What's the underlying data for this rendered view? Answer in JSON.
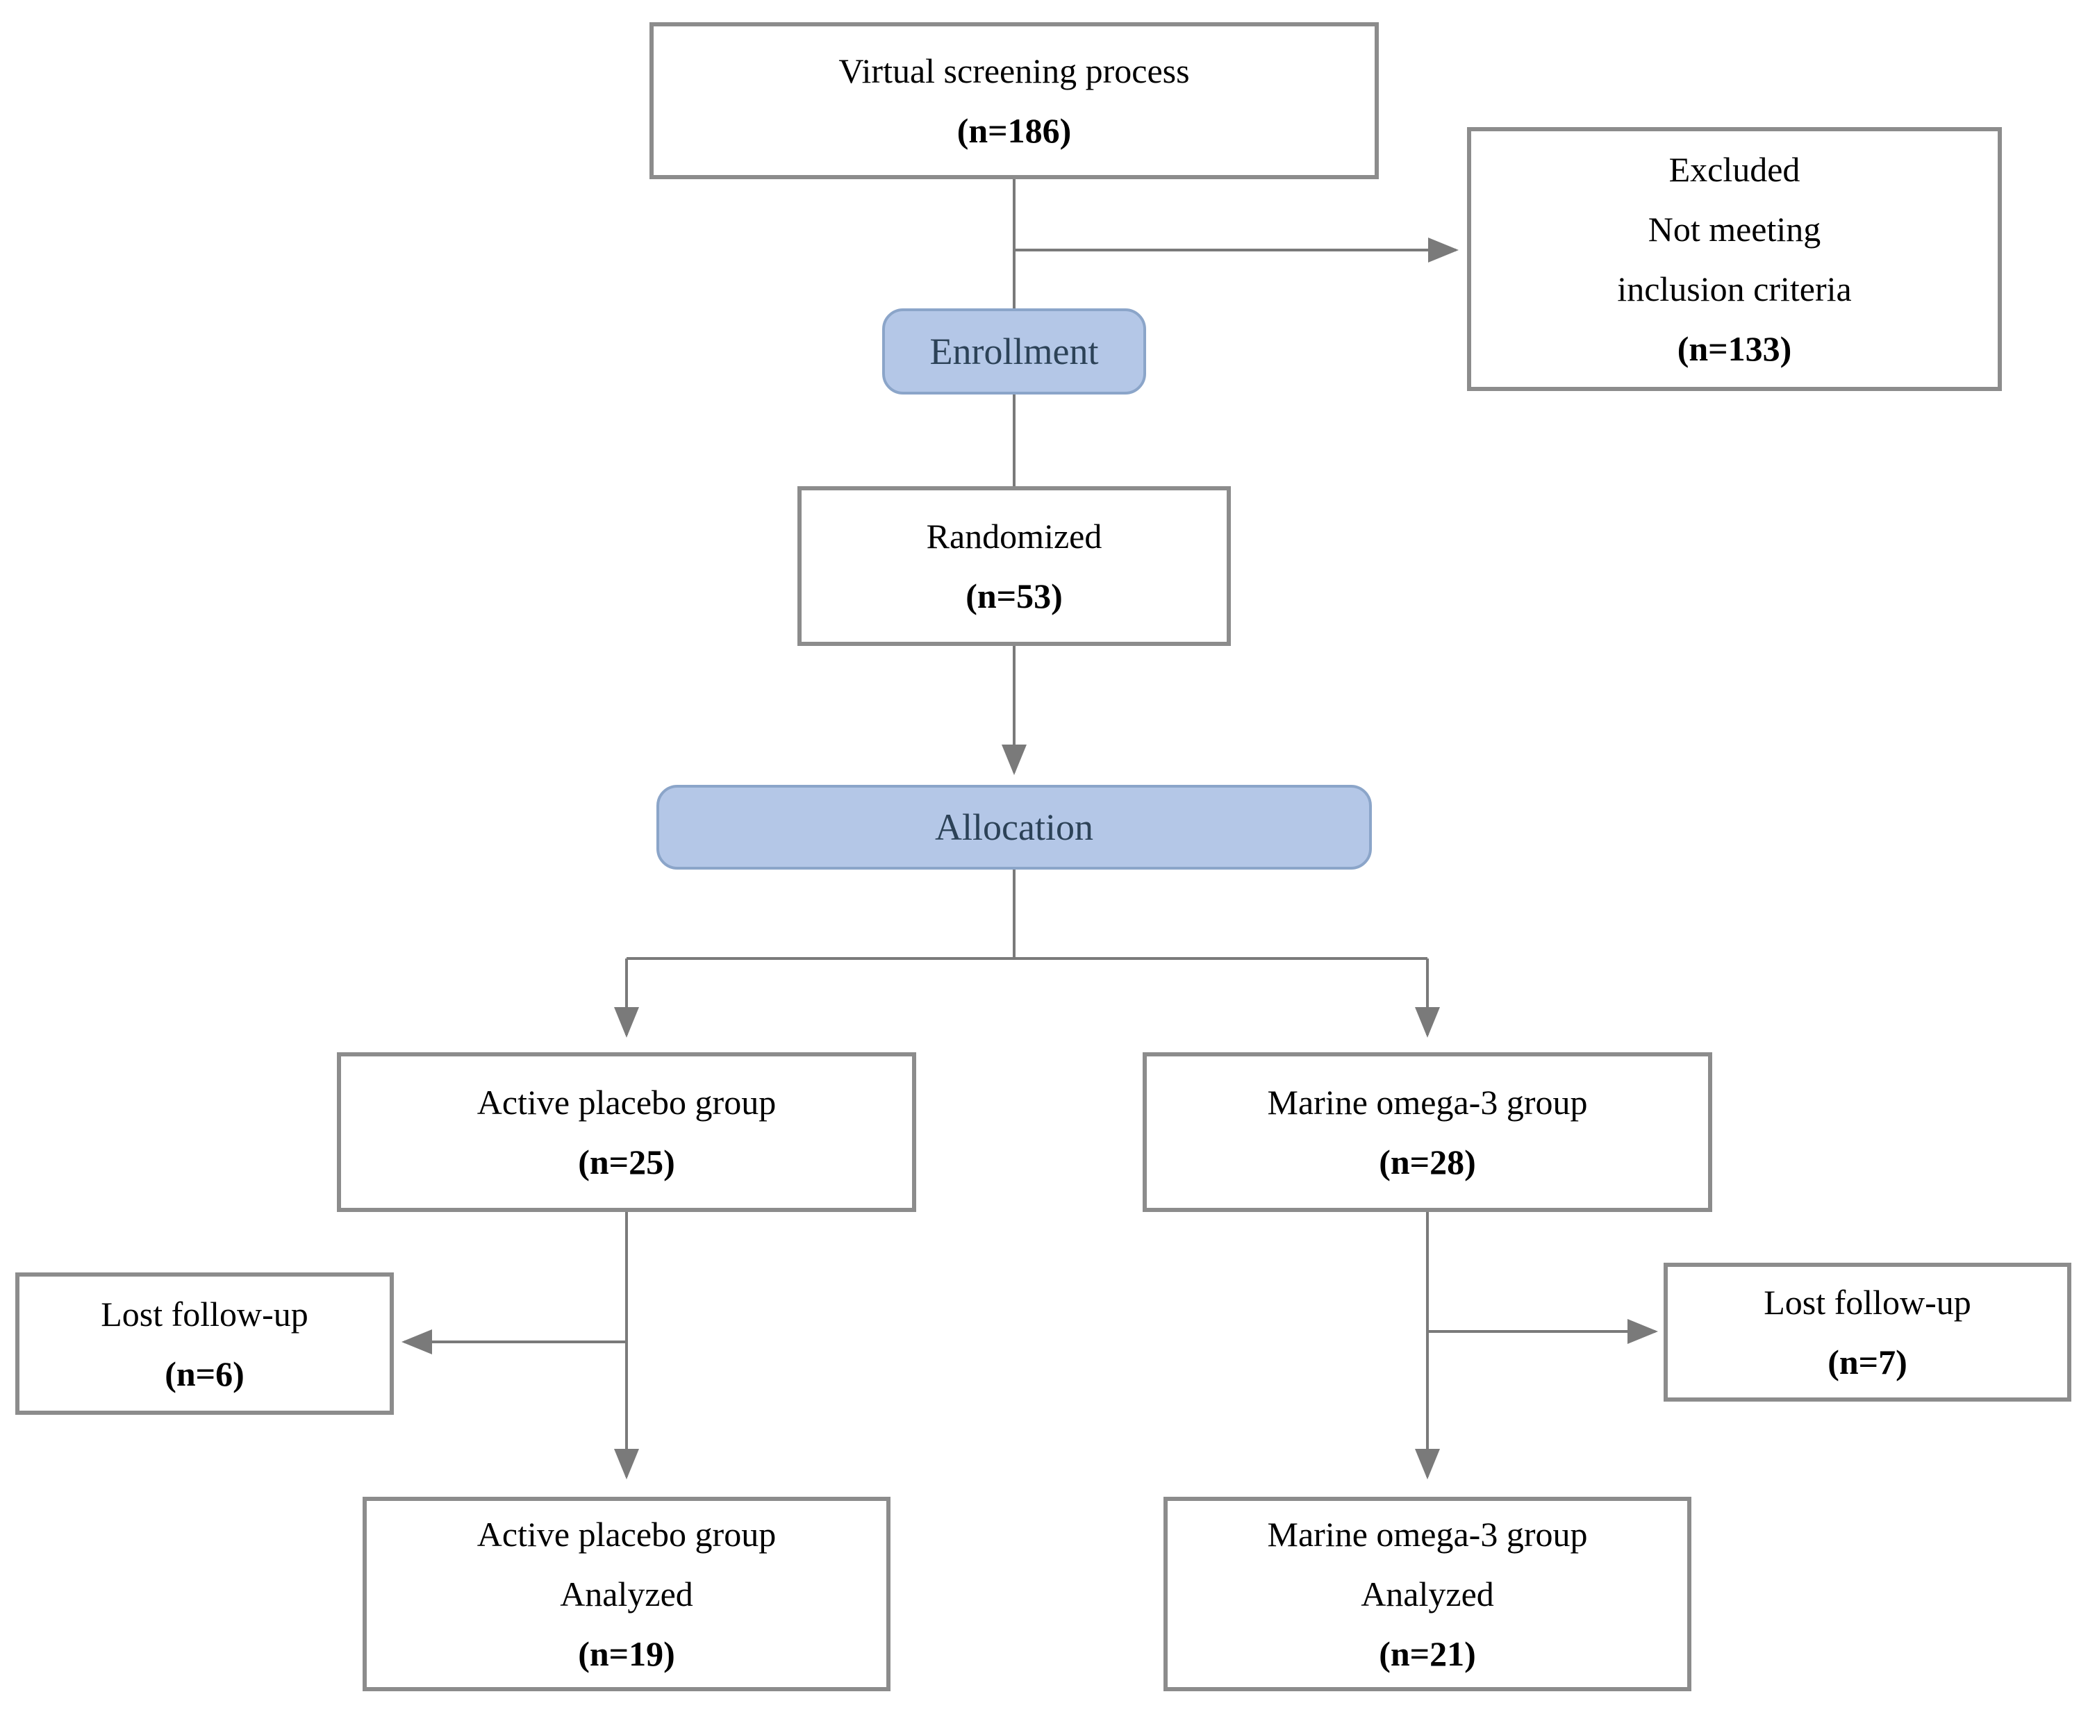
{
  "diagram": {
    "nodes": {
      "screening": {
        "title": "Virtual screening process",
        "n": "(n=186)"
      },
      "excluded": {
        "title": "Excluded",
        "line2": "Not meeting",
        "line3": "inclusion criteria",
        "n": "(n=133)"
      },
      "enrollment": {
        "label": "Enrollment"
      },
      "randomized": {
        "title": "Randomized",
        "n": "(n=53)"
      },
      "allocation": {
        "label": "Allocation"
      },
      "active_placebo": {
        "title": "Active placebo group",
        "n": "(n=25)"
      },
      "marine_omega3": {
        "title": "Marine omega-3 group",
        "n": "(n=28)"
      },
      "lost_followup_left": {
        "title": "Lost follow-up",
        "n": "(n=6)"
      },
      "lost_followup_right": {
        "title": "Lost follow-up",
        "n": "(n=7)"
      },
      "active_placebo_analyzed": {
        "title": "Active placebo group",
        "subtitle": "Analyzed",
        "n": "(n=19)"
      },
      "marine_omega3_analyzed": {
        "title": "Marine omega-3 group",
        "subtitle": "Analyzed",
        "n": "(n=21)"
      }
    },
    "colors": {
      "background": "#ffffff",
      "text": "#000000",
      "box_border": "#8c8c8c",
      "connector": "#7a7a7a",
      "stage_fill": "#b4c7e7",
      "stage_border": "#8ba5c9",
      "stage_text": "#2c4257"
    }
  }
}
